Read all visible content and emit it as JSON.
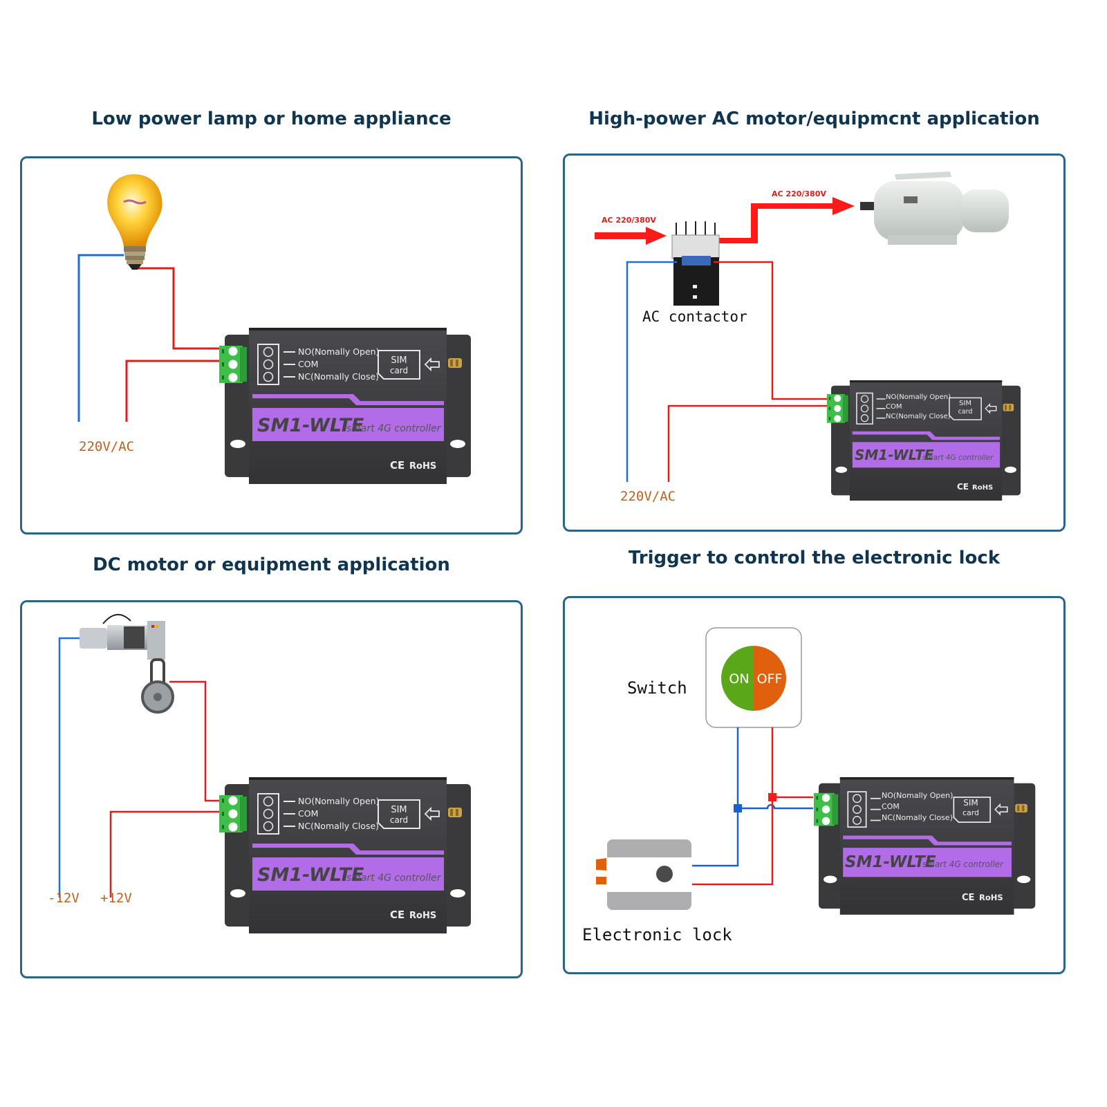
{
  "colors": {
    "title": "#0f3550",
    "frame": "#2a6585",
    "wire_red": "#e21b1b",
    "wire_blue": "#1a6fd9",
    "voltage_label": "#c0601e",
    "controller_body": "#3d3d40",
    "controller_band": "#b26ce8",
    "terminal_green": "#3fbf4a",
    "switch_on": "#5aa81a",
    "switch_off": "#e0600d"
  },
  "controller": {
    "terminals": [
      "NO(Nomally Open)",
      "COM",
      "NC(Nomally Close)"
    ],
    "sim_label_1": "SIM",
    "sim_label_2": "card",
    "model": "SM1-WLTE",
    "subtitle": "smart 4G controller",
    "ce_mark": "CE",
    "rohs_mark": "RoHS"
  },
  "panels": [
    {
      "title": "Low power lamp or home appliance",
      "device": "light-bulb",
      "voltage_label": "220V/AC"
    },
    {
      "title": "High-power AC motor/equipmcnt application",
      "device": "ac-motor",
      "input_arrow_label": "AC 220/380V",
      "output_arrow_label": "AC 220/380V",
      "contactor_label": "AC contactor",
      "voltage_label": "220V/AC"
    },
    {
      "title": "DC motor or equipment application",
      "device": "dc-motor",
      "neg_label": "-12V",
      "pos_label": "+12V"
    },
    {
      "title": "Trigger to control the electronic lock",
      "device": "electronic-lock",
      "switch_label": "Switch",
      "switch_on": "ON",
      "switch_off": "OFF",
      "lock_label": "Electronic lock"
    }
  ]
}
